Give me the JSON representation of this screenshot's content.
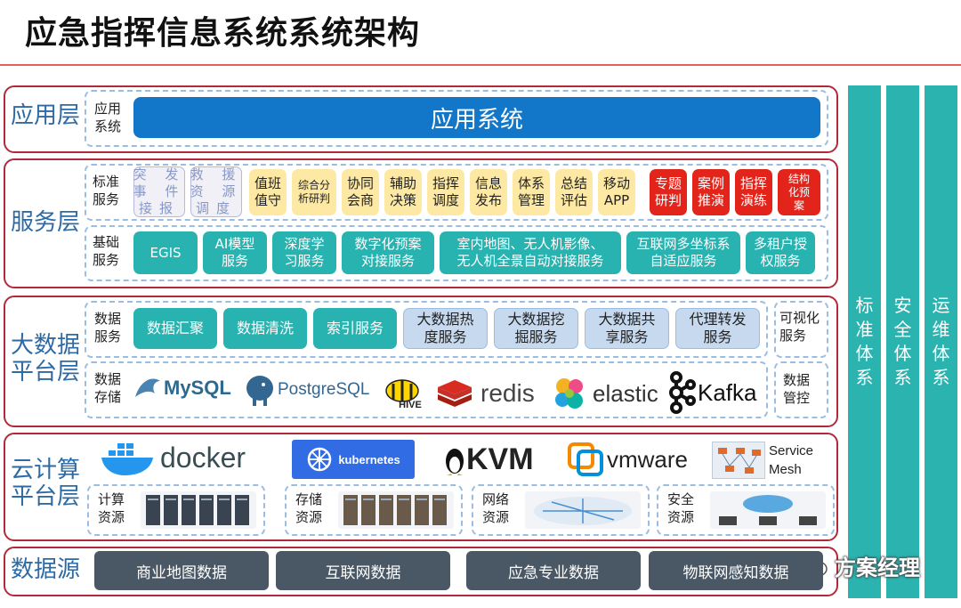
{
  "title": "应急指挥信息系统系统架构",
  "layers": {
    "app": {
      "label": "应用层",
      "sub": "应用\n系统",
      "bar": "应用系统"
    },
    "service": {
      "label": "服务层",
      "std_label": "标准\n服务",
      "grey": [
        "突 发\n事 件\n接报",
        "救 援\n资 源\n调度"
      ],
      "yellow": [
        "值班\n值守",
        "综合分\n析研判",
        "协同\n会商",
        "辅助\n决策",
        "指挥\n调度",
        "信息\n发布",
        "体系\n管理",
        "总结\n评估",
        "移动\nAPP"
      ],
      "red": [
        "专题\n研判",
        "案例\n推演",
        "指挥\n演练",
        "结构\n化预\n案"
      ],
      "base_label": "基础\n服务",
      "base": [
        "EGIS",
        "AI模型\n服务",
        "深度学\n习服务",
        "数字化预案\n对接服务",
        "室内地图、无人机影像、\n无人机全景自动对接服务",
        "互联网多坐标系\n自适应服务",
        "多租户授\n权服务"
      ]
    },
    "bigdata": {
      "label": "大数据\n平台层",
      "svc_label": "数据\n服务",
      "teal": [
        "数据汇聚",
        "数据清洗",
        "索引服务"
      ],
      "blue": [
        "大数据热\n度服务",
        "大数据挖\n掘服务",
        "大数据共\n享服务",
        "代理转发\n服务"
      ],
      "viz": "可视化\n服务",
      "store_label": "数据\n存储",
      "logos": [
        "MySQL",
        "PostgreSQL",
        "HIVE",
        "redis",
        "elastic",
        "Kafka"
      ],
      "mgmt": "数据\n管控"
    },
    "cloud": {
      "label": "云计算\n平台层",
      "logos": [
        "docker",
        "kubernetes",
        "KVM",
        "vmware",
        "Service\nMesh"
      ],
      "res": [
        "计算\n资源",
        "存储\n资源",
        "网络\n资源",
        "安全\n资源"
      ]
    },
    "source": {
      "label": "数据源",
      "items": [
        "商业地图数据",
        "互联网数据",
        "应急专业数据",
        "物联网感知数据"
      ]
    }
  },
  "columns": [
    "标\n准\n体\n系",
    "安\n全\n体\n系",
    "运\n维\n体\n系"
  ],
  "watermark": "方案经理",
  "colors": {
    "layer_border": "#b02a3a",
    "teal": "#29b3b0",
    "app_blue": "#1377c9",
    "label_blue": "#2e6aa3",
    "red": "#e3241b",
    "yellow": "#fde9a3"
  }
}
